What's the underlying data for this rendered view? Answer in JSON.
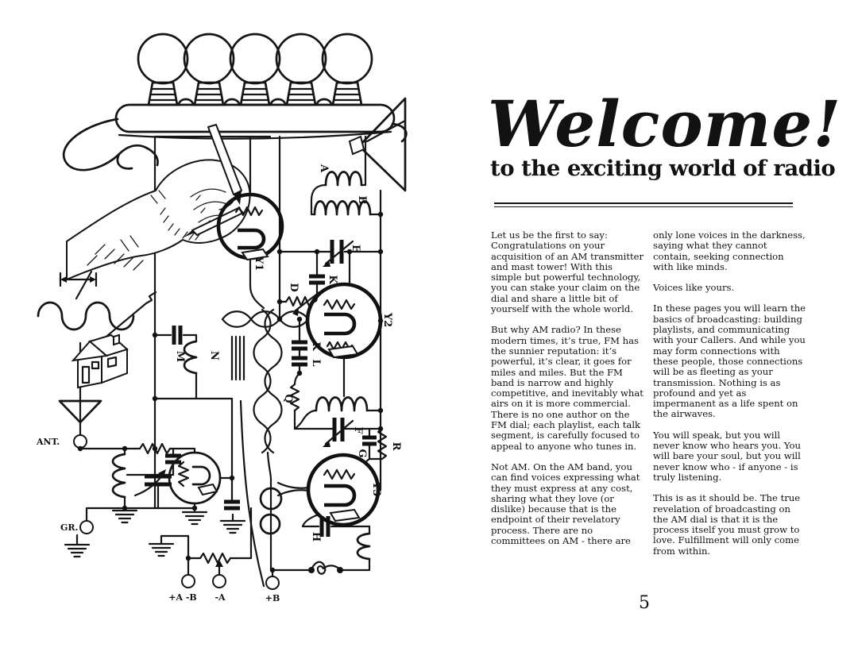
{
  "page": {
    "title": "Welcome!",
    "subtitle": "to the exciting world of radio",
    "page_number": "5",
    "columns": {
      "left": [
        "Let us be the first to say: Congratulations on your acquisition of an AM transmitter and mast tower! With this simple but powerful technology, you can stake your claim on the dial and share a little bit of yourself with the whole world.",
        "But why AM radio? In these modern times, it’s true, FM has the sunnier reputation: it’s powerful, it’s clear, it goes for miles and miles. But the FM band is narrow and highly competitive, and inevitably what airs on it is more commercial. There is no one author on the FM dial; each playlist, each talk segment, is carefully focused to appeal to anyone who tunes in.",
        "Not AM. On the AM band, you can find voices expressing what they must express at any cost, sharing what they love (or dislike) because that is the endpoint of their revelatory process. There are no committees on AM - there are"
      ],
      "right": [
        "only lone voices in the darkness, saying what they cannot contain, seeking connection with like minds.",
        "Voices like yours.",
        "In these pages you will learn the basics of broadcasting: building playlists, and communicating with your Callers. And while you may form connections with these people, those connections will be as fleeting as your transmission. Nothing is as profound and yet as impermanent as a life spent on the airwaves.",
        "You will speak, but you will never know who hears you. You will bare your soul, but you will never know who - if anyone - is truly listening.",
        "This is as it should be. The true revelation of broadcasting on the AM dial is that it is the process itself you must grow to love. Fulfillment will only come from within."
      ]
    }
  },
  "diagram": {
    "labels": {
      "a": "A",
      "b": "B",
      "d": "D",
      "e": "E",
      "f": "F",
      "g": "G",
      "h": "H",
      "k1": "K",
      "k2": "K",
      "l": "L",
      "m": "M",
      "n": "N",
      "q": "Q",
      "r": "R",
      "y1": "Y1",
      "y2": "Y2",
      "y3": "Y3",
      "ant": "ANT.",
      "gr": "GR.",
      "plus_a_minus_b": "+A -B",
      "minus_a": "-A",
      "plus_b": "+B"
    }
  },
  "colors": {
    "ink": "#151515",
    "paper": "#ffffff"
  }
}
